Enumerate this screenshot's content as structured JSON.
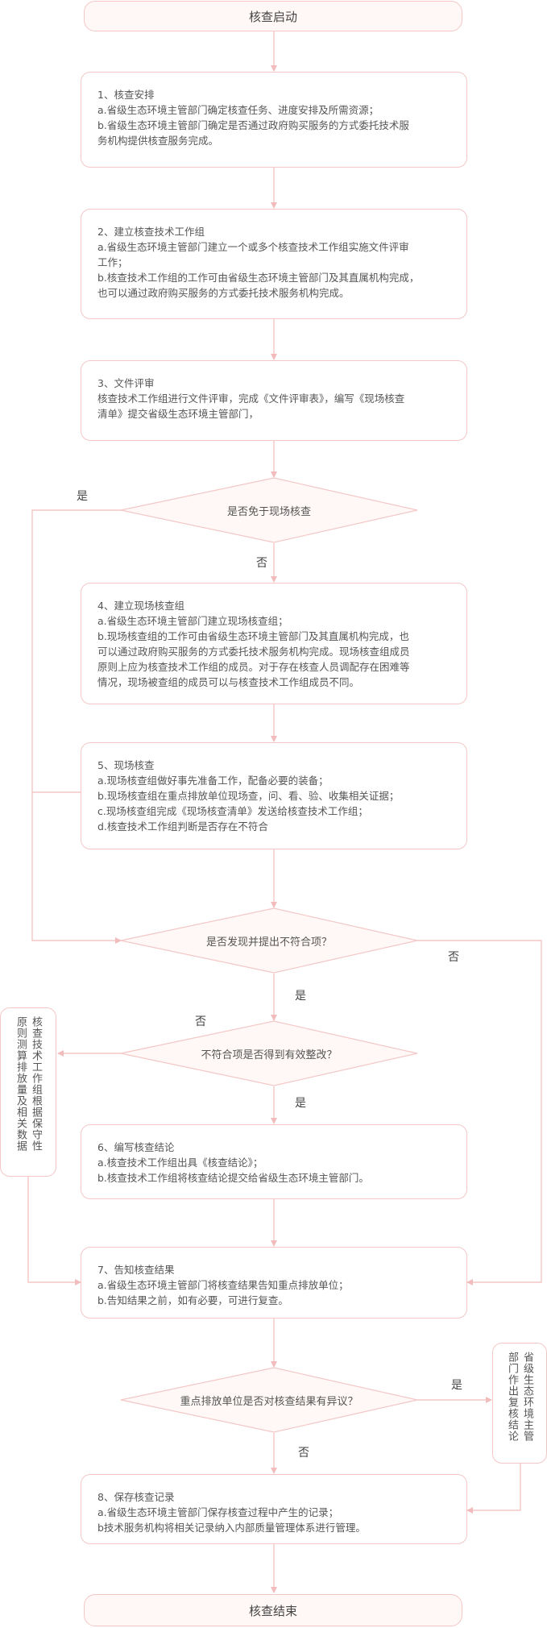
{
  "start": "核查启动",
  "end": "核查结束",
  "steps": [
    {
      "title": "1、核查安排",
      "lines": [
        "a.省级生态环境主管部门确定核查任务、进度安排及所需资源；",
        "b.省级生态环境主管部门确定是否通过政府购买服务的方式委托技术服",
        "务机构提供核查服务完成。"
      ]
    },
    {
      "title": "2、建立核查技术工作组",
      "lines": [
        "a.省级生态环境主管部门建立一个或多个核查技术工作组实施文件评审",
        "工作；",
        "b.核查技术工作组的工作可由省级生态环境主管部门及其直属机构完成，",
        "也可以通过政府购买服务的方式委托技术服务机构完成。"
      ]
    },
    {
      "title": "3、文件评审",
      "lines": [
        "核查技术工作组进行文件评审，完成《文件评审表》，编写《现场核查",
        "清单》提交省级生态环境主管部门，"
      ]
    },
    {
      "title": "4、建立现场核查组",
      "lines": [
        "a.省级生态环境主管部门建立现场核查组；",
        "b.现场核查组的工作可由省级生态环境主管部门及其直属机构完成，也",
        "可以通过政府购买服务的方式委托技术服务机构完成。现场核查组成员",
        "原则上应为核查技术工作组的成员。对于存在核查人员调配存在困难等",
        "情况，现场被查组的成员可以与核查技术工作组成员不同。"
      ]
    },
    {
      "title": "5、现场核查",
      "lines": [
        "a.现场核查组做好事先准备工作，配备必要的装备；",
        "b.现场核查组在重点排放单位现场查，问、看、验、收集相关证据；",
        "c.现场核查组完成《现场核查清单》发送给核查技术工作组；",
        "d.核查技术工作组判断是否存在不符合"
      ]
    },
    {
      "title": "6、编写核查结论",
      "lines": [
        "a.核查技术工作组出具《核查结论》；",
        "b.核查技术工作组将核查结论提交给省级生态环境主管部门。"
      ]
    },
    {
      "title": "7、告知核查结果",
      "lines": [
        "a.省级生态环境主管部门将核查结果告知重点排放单位；",
        "b.告知结果之前，如有必要，可进行复查。"
      ]
    },
    {
      "title": "8、保存核查记录",
      "lines": [
        "a.省级生态环境主管部门保存核查过程中产生的记录；",
        "b技术服务机构将相关记录纳入内部质量管理体系进行管理。"
      ]
    }
  ],
  "decisions": [
    {
      "text": "是否免于现场核查"
    },
    {
      "text": "是否发现并提出不符合项？"
    },
    {
      "text": "不符合项是否得到有效整改？"
    },
    {
      "text": "重点排放单位是否对核查结果有异议？"
    }
  ],
  "labels": {
    "d1_yes": "是",
    "d1_no": "否",
    "d2_yes": "是",
    "d2_no": "否",
    "d3_yes": "是",
    "d3_no": "否",
    "d4_yes": "是",
    "d4_no": "否"
  },
  "side_boxes": {
    "conservative": [
      "核查技术工作组根据保守性",
      "原则测算排放量及相关数据"
    ],
    "review": [
      "省级生态环境主管",
      "部门作出复核结论"
    ]
  },
  "colors": {
    "border": "#f4c7c7",
    "line": "#f2bcbc",
    "text": "#555555"
  }
}
